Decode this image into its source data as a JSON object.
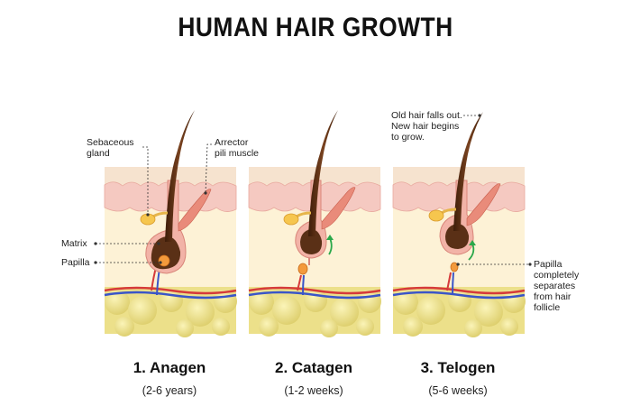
{
  "title": "HUMAN HAIR GROWTH",
  "labels": {
    "sebaceous_gland": "Sebaceous\ngland",
    "arrector_pili": "Arrector\npili muscle",
    "matrix": "Matrix",
    "papilla": "Papilla",
    "old_hair": "Old hair falls out.\nNew hair begins\nto grow.",
    "papilla_separates": "Papilla\ncompletely\nseparates\nfrom hair\nfollicle"
  },
  "stages": [
    {
      "name": "1. Anagen",
      "duration": "(2-6 years)"
    },
    {
      "name": "2. Catagen",
      "duration": "(1-2 weeks)"
    },
    {
      "name": "3. Telogen",
      "duration": "(5-6 weeks)"
    }
  ],
  "colors": {
    "epidermis": "#f6e3cf",
    "dermis_pink": "#f5c9c1",
    "dermis": "#fdf2d6",
    "fat": "#ece08a",
    "hair": "#5a3016",
    "follicle": "#f2b3a7",
    "papilla": "#f39a3c",
    "artery": "#d63a3a",
    "vein": "#3a55c8",
    "arrow": "#2aa84a"
  }
}
